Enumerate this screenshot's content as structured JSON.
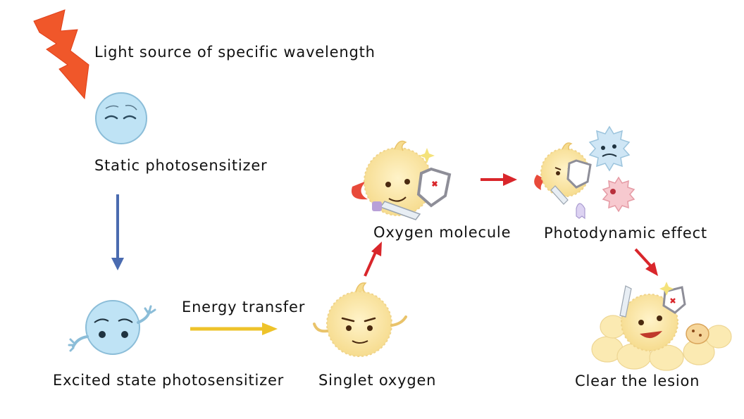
{
  "labels": {
    "light_source": "Light source of specific wavelength",
    "static_ps": "Static photosensitizer",
    "excited_ps": "Excited state photosensitizer",
    "energy_transfer": "Energy transfer",
    "singlet_oxygen": "Singlet oxygen",
    "oxygen_molecule": "Oxygen molecule",
    "photodynamic": "Photodynamic effect",
    "clear_lesion": "Clear the lesion"
  },
  "colors": {
    "lightning": "#f0572a",
    "photosensitizer": "#bfe3f5",
    "down_arrow": "#4a6bb0",
    "energy_arrow": "#eec32a",
    "red_arrow": "#d9262b",
    "oxygen": "#fbe6a6",
    "bacteria_blue": "#cfe6f5",
    "bacteria_pink": "#f7c9cf"
  }
}
